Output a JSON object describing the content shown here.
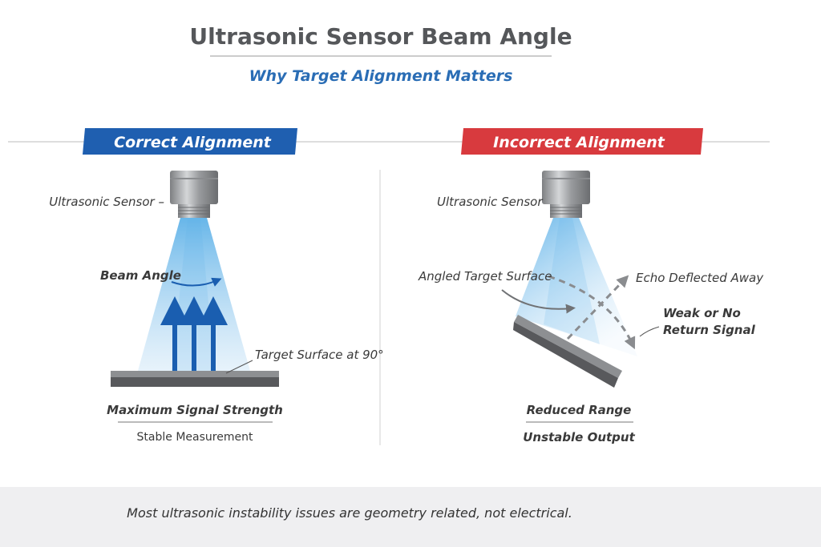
{
  "header": {
    "title": "Ultrasonic Sensor Beam Angle",
    "subtitle": "Why Target Alignment Matters"
  },
  "correct": {
    "banner": "Correct Alignment",
    "sensor_label": "Ultrasonic Sensor –",
    "beam_label": "Beam Angle",
    "target_label": "Target Surface at 90°",
    "result_title": "Maximum Signal Strength",
    "result_sub": "Stable Measurement"
  },
  "incorrect": {
    "banner": "Incorrect Alignment",
    "sensor_label": "Ultrasonic Sensor",
    "target_label": "Angled Target Surface",
    "echo_label": "Echo Deflected Away",
    "weak_line1": "Weak or No",
    "weak_line2": "Return Signal",
    "result_title": "Reduced Range",
    "result_sub": "Unstable Output"
  },
  "footer": {
    "note": "Most ultrasonic instability issues are geometry related, not electrical."
  },
  "colors": {
    "blue": "#1f5fb0",
    "red": "#d83a3e",
    "arrow_blue": "#1a5eb0",
    "text_gray": "#55575a"
  }
}
